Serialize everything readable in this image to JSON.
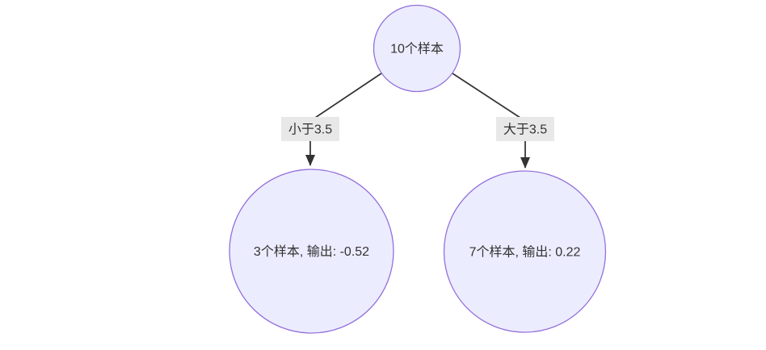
{
  "diagram": {
    "type": "decision-tree",
    "root": {
      "label": "10个样本"
    },
    "edges": [
      {
        "label": "小于3.5"
      },
      {
        "label": "大于3.5"
      }
    ],
    "leaves": [
      {
        "label": "3个样本, 输出: -0.52"
      },
      {
        "label": "7个样本, 输出: 0.22"
      }
    ]
  },
  "colors": {
    "background": "#ffffff",
    "node_fill": "#ECECFF",
    "node_stroke": "#9370DB",
    "edge_line": "#333333",
    "edge_label_bg": "#e8e8e8",
    "text": "#333333"
  }
}
